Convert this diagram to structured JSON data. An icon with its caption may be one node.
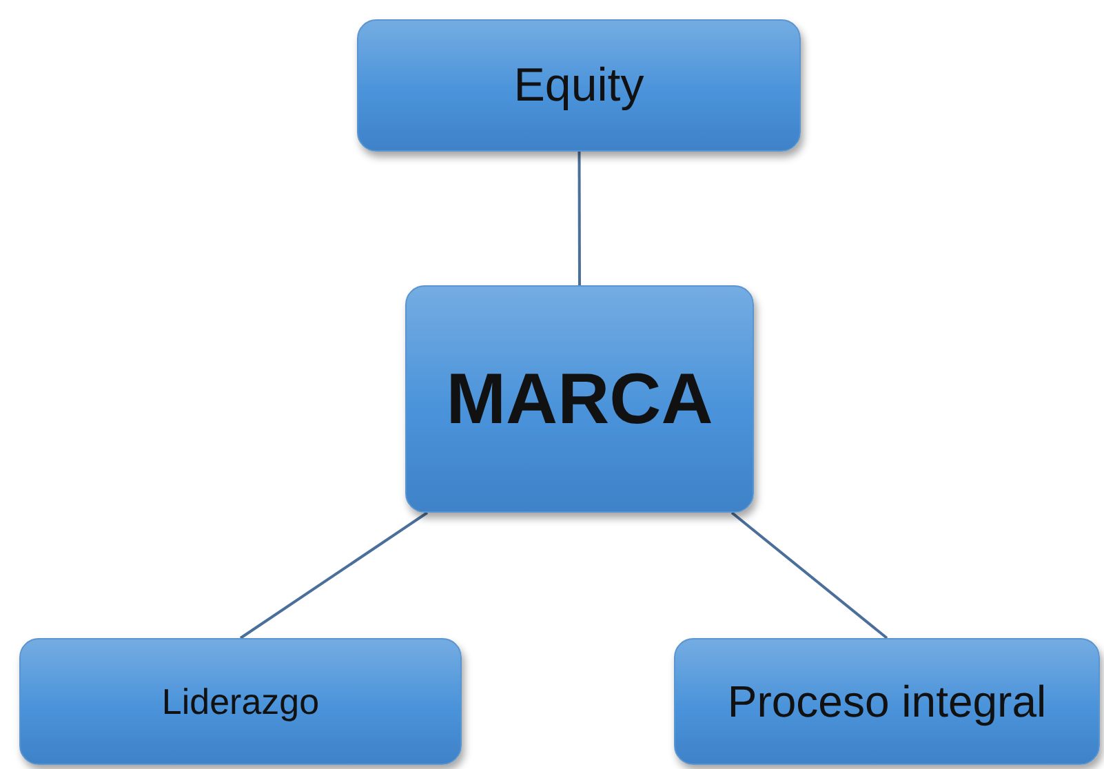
{
  "diagram": {
    "nodes": [
      {
        "text": [
          "Equity"
        ]
      },
      {
        "text": [
          "MARCA"
        ]
      },
      {
        "text": [
          "Liderazgo"
        ]
      },
      {
        "text": [
          "Proceso integral"
        ]
      }
    ],
    "edges": [
      {
        "from": 0,
        "to": 1,
        "arrow": "none"
      },
      {
        "from": 1,
        "to": 2,
        "arrow": "none"
      },
      {
        "from": 1,
        "to": 3,
        "arrow": "none"
      }
    ]
  }
}
